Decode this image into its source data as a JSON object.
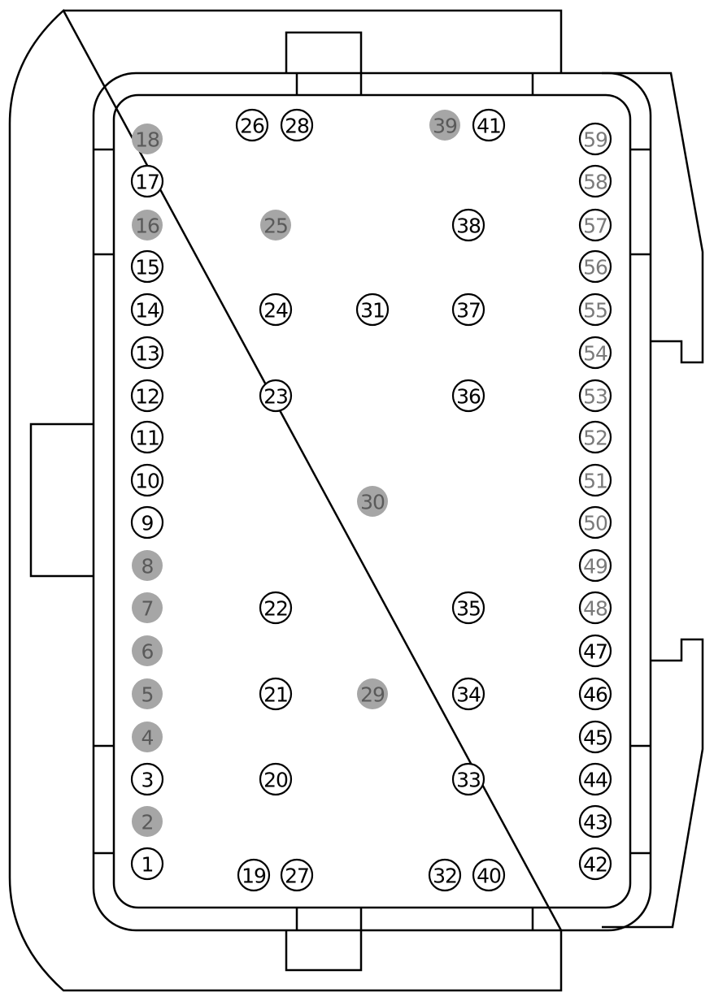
{
  "colors": {
    "outline": "#000000",
    "filled_pin": "#a6a6a6",
    "filled_pin_text": "#5a5a5a",
    "faded_pin_text": "#7a7a7a"
  },
  "pins": [
    {
      "label": "1",
      "state": "empty"
    },
    {
      "label": "2",
      "state": "filled"
    },
    {
      "label": "3",
      "state": "empty"
    },
    {
      "label": "4",
      "state": "filled"
    },
    {
      "label": "5",
      "state": "filled"
    },
    {
      "label": "6",
      "state": "filled"
    },
    {
      "label": "7",
      "state": "filled"
    },
    {
      "label": "8",
      "state": "filled"
    },
    {
      "label": "9",
      "state": "empty"
    },
    {
      "label": "10",
      "state": "empty"
    },
    {
      "label": "11",
      "state": "empty"
    },
    {
      "label": "12",
      "state": "empty"
    },
    {
      "label": "13",
      "state": "empty"
    },
    {
      "label": "14",
      "state": "empty"
    },
    {
      "label": "15",
      "state": "empty"
    },
    {
      "label": "16",
      "state": "filled"
    },
    {
      "label": "17",
      "state": "empty"
    },
    {
      "label": "18",
      "state": "filled"
    },
    {
      "label": "19",
      "state": "empty"
    },
    {
      "label": "20",
      "state": "empty"
    },
    {
      "label": "21",
      "state": "empty"
    },
    {
      "label": "22",
      "state": "empty"
    },
    {
      "label": "23",
      "state": "empty"
    },
    {
      "label": "24",
      "state": "empty"
    },
    {
      "label": "25",
      "state": "filled"
    },
    {
      "label": "26",
      "state": "empty"
    },
    {
      "label": "27",
      "state": "empty"
    },
    {
      "label": "28",
      "state": "empty"
    },
    {
      "label": "29",
      "state": "filled"
    },
    {
      "label": "30",
      "state": "filled"
    },
    {
      "label": "31",
      "state": "empty"
    },
    {
      "label": "32",
      "state": "empty"
    },
    {
      "label": "33",
      "state": "empty"
    },
    {
      "label": "34",
      "state": "empty"
    },
    {
      "label": "35",
      "state": "empty"
    },
    {
      "label": "36",
      "state": "empty"
    },
    {
      "label": "37",
      "state": "empty"
    },
    {
      "label": "38",
      "state": "empty"
    },
    {
      "label": "39",
      "state": "filled"
    },
    {
      "label": "40",
      "state": "empty"
    },
    {
      "label": "41",
      "state": "empty"
    },
    {
      "label": "42",
      "state": "empty"
    },
    {
      "label": "43",
      "state": "empty"
    },
    {
      "label": "44",
      "state": "empty"
    },
    {
      "label": "45",
      "state": "empty"
    },
    {
      "label": "46",
      "state": "empty"
    },
    {
      "label": "47",
      "state": "empty"
    },
    {
      "label": "48",
      "state": "faded"
    },
    {
      "label": "49",
      "state": "faded"
    },
    {
      "label": "50",
      "state": "faded"
    },
    {
      "label": "51",
      "state": "faded"
    },
    {
      "label": "52",
      "state": "faded"
    },
    {
      "label": "53",
      "state": "faded"
    },
    {
      "label": "54",
      "state": "faded"
    },
    {
      "label": "55",
      "state": "faded"
    },
    {
      "label": "56",
      "state": "faded"
    },
    {
      "label": "57",
      "state": "faded"
    },
    {
      "label": "58",
      "state": "faded"
    },
    {
      "label": "59",
      "state": "faded"
    }
  ]
}
